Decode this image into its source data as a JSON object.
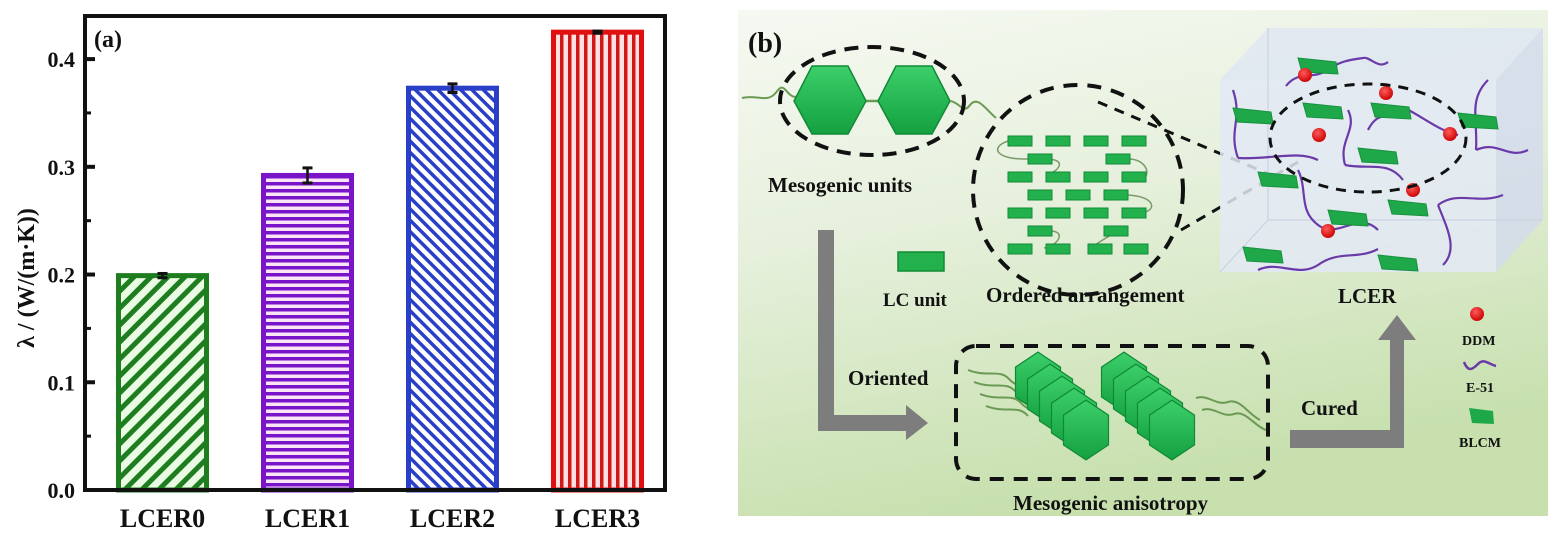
{
  "chart_data": {
    "type": "bar",
    "panel_label": "(a)",
    "title": "",
    "xlabel": "",
    "ylabel": "λ / (W/(m·K))",
    "ylim": [
      0,
      0.44
    ],
    "yticks": [
      0.0,
      0.1,
      0.2,
      0.3,
      0.4
    ],
    "ytick_labels": [
      "0.0",
      "0.1",
      "0.2",
      "0.3",
      "0.4"
    ],
    "grid": false,
    "legend": "none",
    "categories": [
      "LCER0",
      "LCER1",
      "LCER2",
      "LCER3"
    ],
    "values": [
      0.199,
      0.292,
      0.373,
      0.425
    ],
    "errors": [
      0.002,
      0.007,
      0.004,
      0.001
    ],
    "colors": [
      "#1e7d1e",
      "#7a14c8",
      "#2a3fc8",
      "#e01010"
    ],
    "patterns": [
      "diagonal-up",
      "horizontal",
      "diagonal-down",
      "vertical"
    ]
  },
  "diagram": {
    "panel_label": "(b)",
    "labels": {
      "mesogenic_units": "Mesogenic units",
      "ordered_arrangement": "Ordered arrangement",
      "lc_unit": "LC unit",
      "oriented": "Oriented",
      "mesogenic_anisotropy": "Mesogenic anisotropy",
      "cured": "Cured",
      "lcer": "LCER"
    },
    "legend": [
      {
        "symbol": "red-dot",
        "label": "DDM",
        "color": "#e01818"
      },
      {
        "symbol": "purple-wave",
        "label": "E-51",
        "color": "#6a3aa8"
      },
      {
        "symbol": "green-blob",
        "label": "BLCM",
        "color": "#1fa84a"
      }
    ],
    "colors": {
      "background_top": "#f4f8f0",
      "background_bottom": "#c9e2b2",
      "mesogen": "#22b14c",
      "arrow": "#7a7a7a"
    }
  }
}
